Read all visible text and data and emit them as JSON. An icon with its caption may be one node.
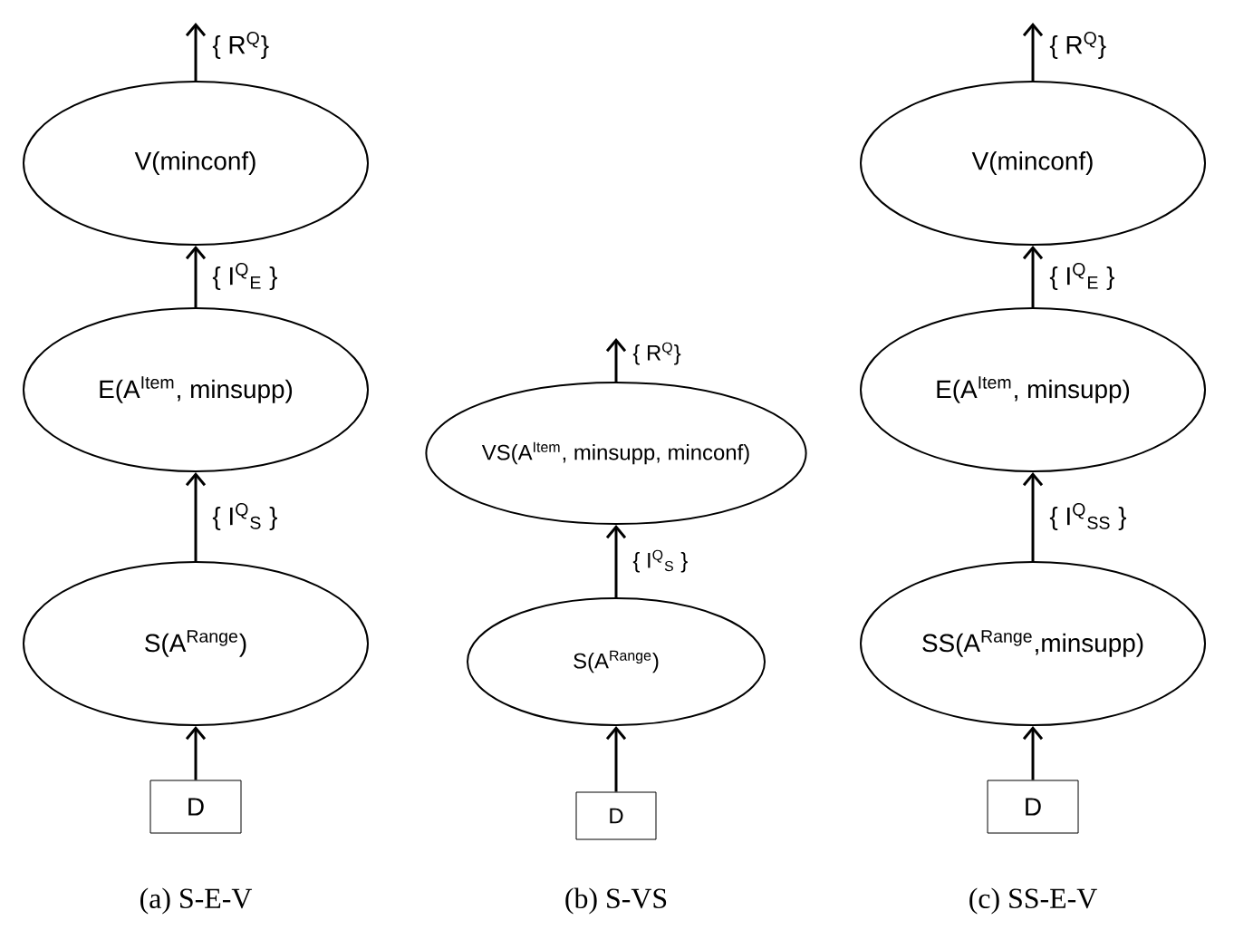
{
  "diagram": {
    "nodes": [
      {
        "text": [
          "V(minconf)"
        ]
      },
      {
        "text": [
          "E(A$^{Item}$, minsupp)"
        ]
      },
      {
        "text": [
          "S(A$^{Range}$)"
        ]
      },
      {
        "text": [
          "D"
        ]
      },
      {
        "text": [
          "VS(A$^{Item}$, minsupp, minconf)"
        ]
      },
      {
        "text": [
          "S(A$^{Range}$)"
        ]
      },
      {
        "text": [
          "D"
        ]
      },
      {
        "text": [
          "V(minconf)"
        ]
      },
      {
        "text": [
          "E(A$^{Item}$, minsupp)"
        ]
      },
      {
        "text": [
          "SS(A$^{Range}$,minsupp)"
        ]
      },
      {
        "text": [
          "D"
        ]
      }
    ],
    "edges": [
      {
        "from": 0,
        "to": null,
        "arrow": "to",
        "label": "{ R$^{Q}$}"
      },
      {
        "from": 1,
        "to": 0,
        "arrow": "to",
        "label": "{ I$^{Q}$$_{E}$ }"
      },
      {
        "from": 2,
        "to": 1,
        "arrow": "to",
        "label": "{ I$^{Q}$$_{S}$ }"
      },
      {
        "from": 3,
        "to": 2,
        "arrow": "to"
      },
      {
        "from": 4,
        "to": null,
        "arrow": "to",
        "label": "{ R$^{Q}$}"
      },
      {
        "from": 5,
        "to": 4,
        "arrow": "to",
        "label": "{ I$^{Q}$$_{S}$ }"
      },
      {
        "from": 6,
        "to": 5,
        "arrow": "to"
      },
      {
        "from": 7,
        "to": null,
        "arrow": "to",
        "label": "{ R$^{Q}$}"
      },
      {
        "from": 8,
        "to": 7,
        "arrow": "to",
        "label": "{ I$^{Q}$$_{E}$ }"
      },
      {
        "from": 9,
        "to": 8,
        "arrow": "to",
        "label": "{ I$^{Q}$$_{SS}$ }"
      },
      {
        "from": 10,
        "to": 9,
        "arrow": "to"
      }
    ],
    "labels": [
      "(a) S-E-V",
      "(b) S-VS",
      "(c) SS-E-V"
    ]
  }
}
